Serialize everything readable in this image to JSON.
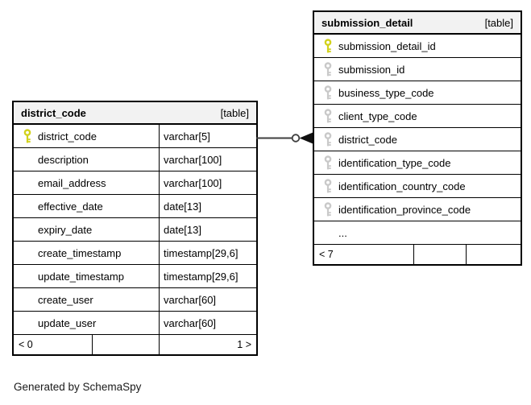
{
  "page": {
    "background": "#ffffff",
    "footnote": "Generated by SchemaSpy"
  },
  "colors": {
    "header_bg": "#f2f2f2",
    "table_border": "#000000",
    "grid": "#000000",
    "pk_key": "#d2d21c",
    "fk_key": "#c9c9c9",
    "line": "#3f3f3f",
    "arrow": "#111111",
    "text": "#000000",
    "page_bg": "#ffffff"
  },
  "icons": {
    "primary_key": "yellow-key-icon",
    "foreign_key": "gray-key-icon"
  },
  "tables": [
    {
      "name": "district_code",
      "kind": "[table]",
      "columns": [
        {
          "key": "pk",
          "name": "district_code",
          "type": "varchar[5]"
        },
        {
          "key": "none",
          "name": "description",
          "type": "varchar[100]"
        },
        {
          "key": "none",
          "name": "email_address",
          "type": "varchar[100]"
        },
        {
          "key": "none",
          "name": "effective_date",
          "type": "date[13]"
        },
        {
          "key": "none",
          "name": "expiry_date",
          "type": "date[13]"
        },
        {
          "key": "none",
          "name": "create_timestamp",
          "type": "timestamp[29,6]"
        },
        {
          "key": "none",
          "name": "update_timestamp",
          "type": "timestamp[29,6]"
        },
        {
          "key": "none",
          "name": "create_user",
          "type": "varchar[60]"
        },
        {
          "key": "none",
          "name": "update_user",
          "type": "varchar[60]"
        }
      ],
      "footer": {
        "left": "< 0",
        "mid": "",
        "right": "1 >"
      }
    },
    {
      "name": "submission_detail",
      "kind": "[table]",
      "columns": [
        {
          "key": "pk",
          "name": "submission_detail_id"
        },
        {
          "key": "fk",
          "name": "submission_id"
        },
        {
          "key": "fk",
          "name": "business_type_code"
        },
        {
          "key": "fk",
          "name": "client_type_code"
        },
        {
          "key": "fk",
          "name": "district_code"
        },
        {
          "key": "fk",
          "name": "identification_type_code"
        },
        {
          "key": "fk",
          "name": "identification_country_code"
        },
        {
          "key": "fk",
          "name": "identification_province_code"
        },
        {
          "key": "none",
          "name": "..."
        }
      ],
      "footer": {
        "left": "< 7",
        "mid": "",
        "right": ""
      }
    }
  ],
  "relationship": {
    "from_table": "district_code",
    "from_column": "district_code",
    "to_table": "submission_detail",
    "to_column": "district_code",
    "end_style": "circle-arrow"
  }
}
